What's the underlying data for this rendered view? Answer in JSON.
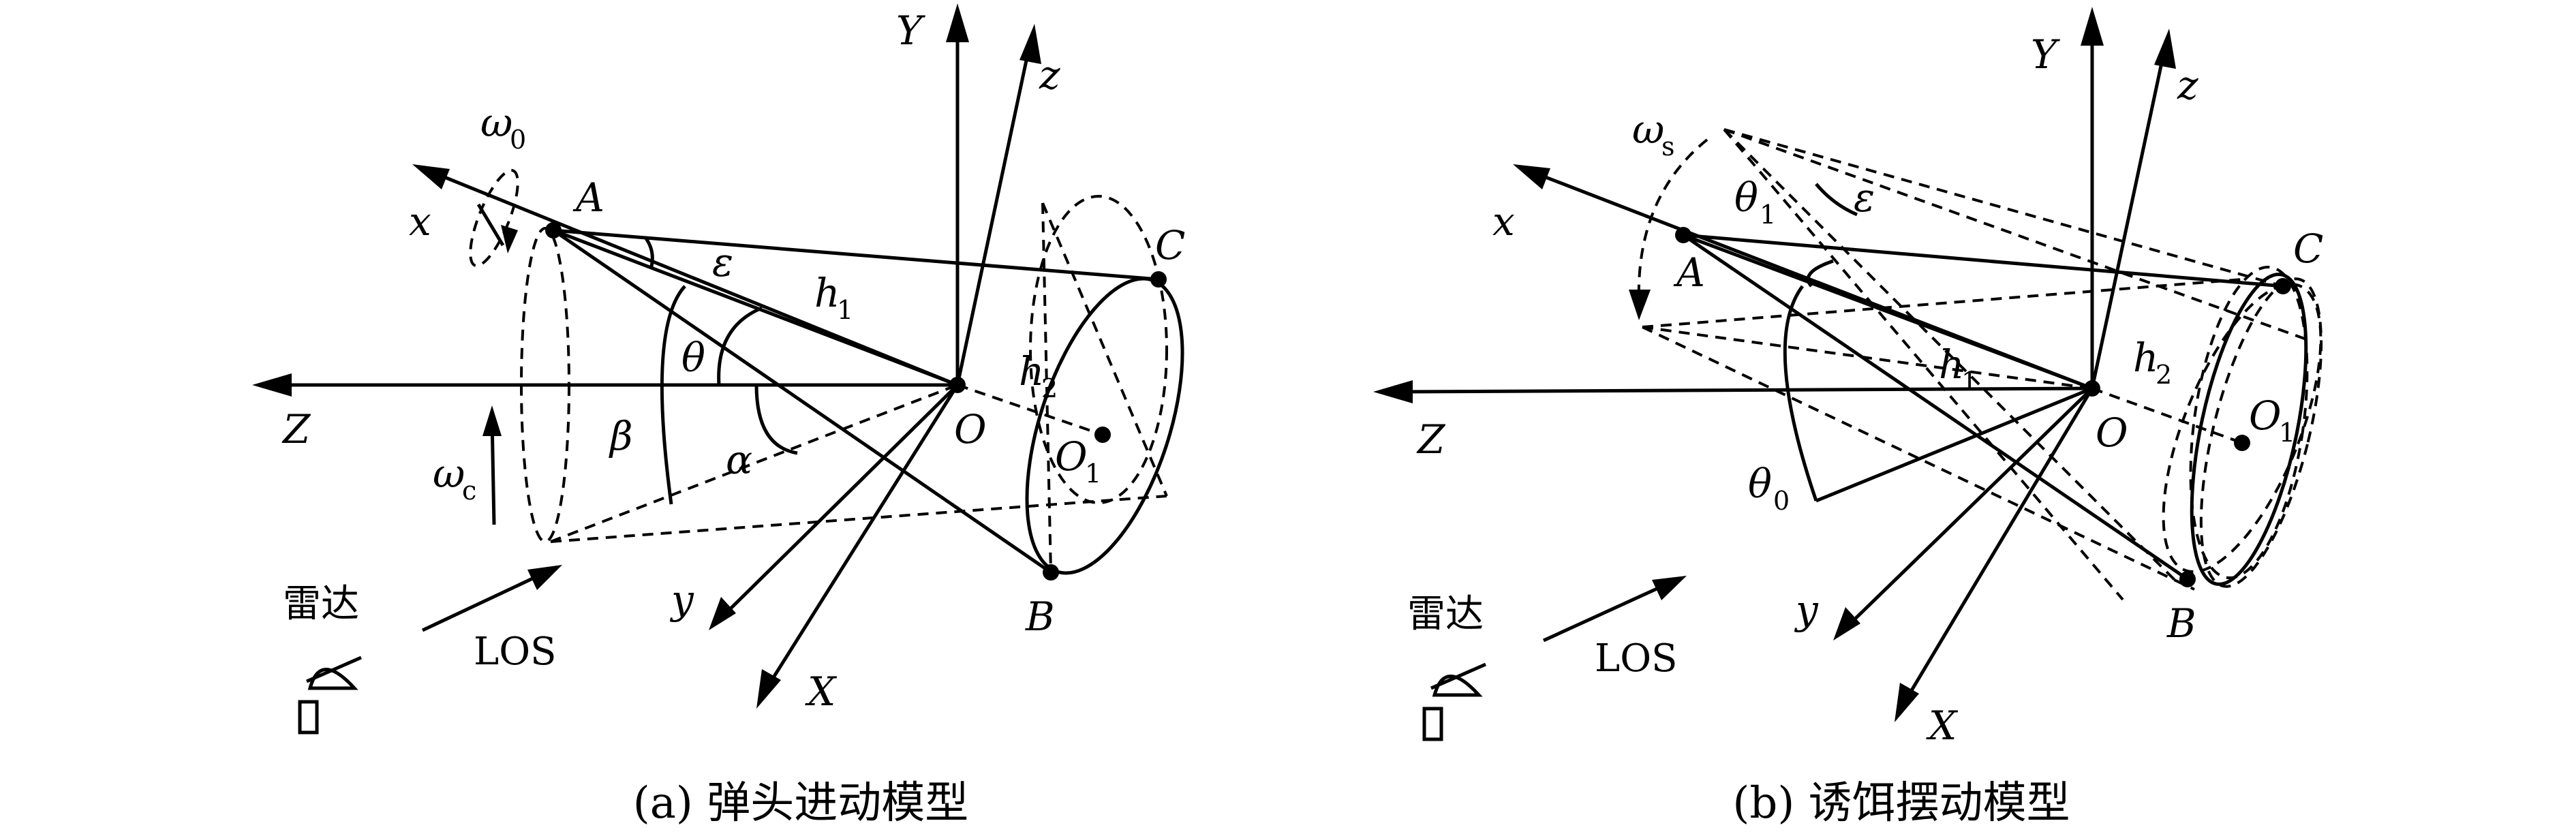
{
  "panel_a": {
    "caption": "(a) 弹头进动模型",
    "labels": {
      "Y": "Y",
      "z": "z",
      "x": "x",
      "Z": "Z",
      "y": "y",
      "X": "X",
      "A": "A",
      "B": "B",
      "C": "C",
      "O": "O",
      "O1": "O",
      "O1_sub": "1",
      "omega0": "ω",
      "omega0_sub": "0",
      "omegac": "ω",
      "omegac_sub": "c",
      "epsilon": "ε",
      "theta": "θ",
      "beta": "β",
      "alpha": "α",
      "h1": "h",
      "h1_sub": "1",
      "h2": "h",
      "h2_sub": "2",
      "radar": "雷达",
      "los": "LOS"
    }
  },
  "panel_b": {
    "caption": "(b) 诱饵摆动模型",
    "labels": {
      "Y": "Y",
      "z": "z",
      "x": "x",
      "Z": "Z",
      "y": "y",
      "X": "X",
      "A": "A",
      "B": "B",
      "C": "C",
      "O": "O",
      "O1": "O",
      "O1_sub": "1",
      "omegas": "ω",
      "omegas_sub": "s",
      "theta1": "θ",
      "theta1_sub": "1",
      "theta0": "θ",
      "theta0_sub": "0",
      "epsilon": "ε",
      "h1": "h",
      "h1_sub": "1",
      "h2": "h",
      "h2_sub": "2",
      "radar": "雷达",
      "los": "LOS"
    }
  }
}
